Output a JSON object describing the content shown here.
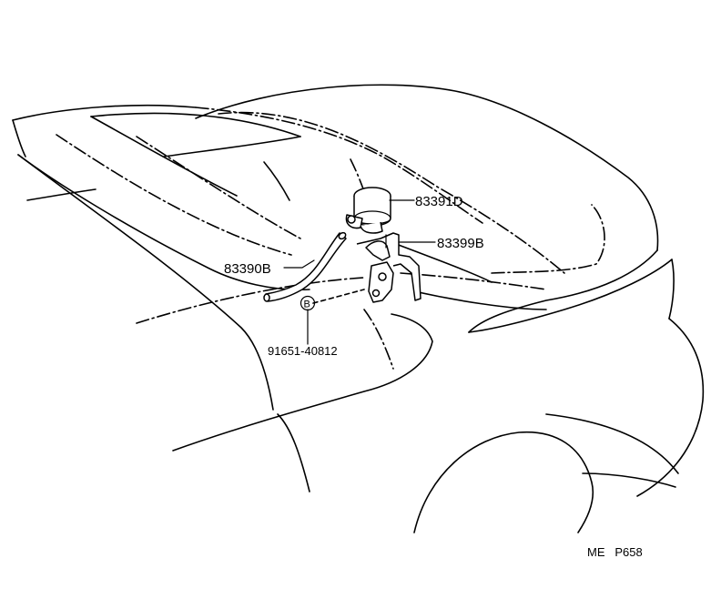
{
  "callouts": {
    "part_83391d": "83391D",
    "part_83399b": "83399B",
    "part_83390b": "83390B",
    "bolt_symbol": "B",
    "bolt_number": "91651-40812"
  },
  "footer": {
    "code": "ME   P658"
  },
  "colors": {
    "line": "#000000",
    "background": "#ffffff"
  }
}
